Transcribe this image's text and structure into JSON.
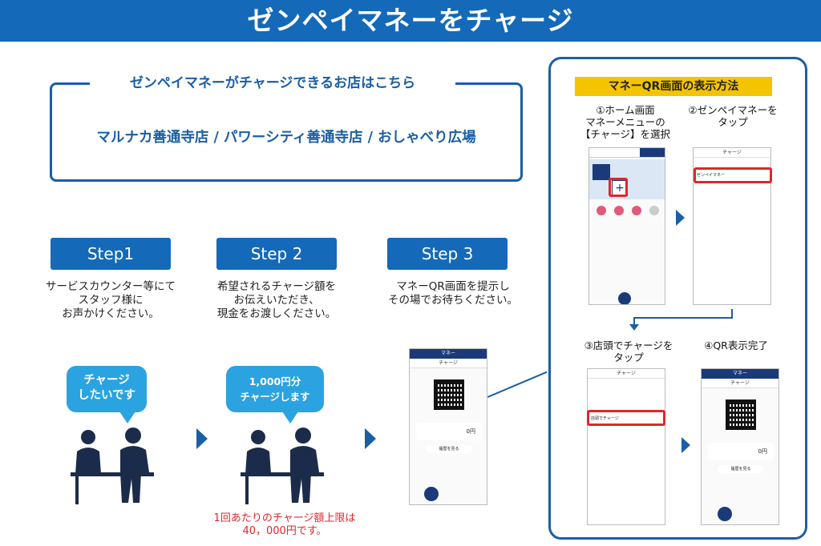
{
  "header": {
    "title": "ゼンペイマネーをチャージ"
  },
  "stores": {
    "title": "ゼンペイマネーがチャージできるお店はこちら",
    "list": "マルナカ善通寺店 / パワーシティ善通寺店 / おしゃべり広場"
  },
  "steps": [
    {
      "label": "Step1",
      "desc_lines": [
        "サービスカウンター等にて",
        "スタッフ様に",
        "お声かけください。"
      ]
    },
    {
      "label": "Step 2",
      "desc_lines": [
        "希望されるチャージ額を",
        "お伝えいただき、",
        "現金をお渡しください。"
      ]
    },
    {
      "label": "Step 3",
      "desc_lines": [
        "マネーQR画面を提示し",
        "その場でお待ちください。"
      ]
    }
  ],
  "bubbles": {
    "b1_lines": [
      "チャージ",
      "したいです"
    ],
    "b2_lines": [
      "1,000円分",
      "チャージします"
    ]
  },
  "limit_note": [
    "1回あたりのチャージ額上限は",
    "40，000円です。"
  ],
  "phone_money": {
    "title": "マネー",
    "subtitle": "チャージ",
    "amount": "0",
    "amount_unit": "円",
    "detail_button": "履歴を見る"
  },
  "howto": {
    "banner": "マネーQR画面の表示方法",
    "s1_lines": [
      "①ホーム画面",
      "マネーメニューの",
      "【チャージ】を選択"
    ],
    "s2_lines": [
      "②ゼンペイマネーを",
      "タップ"
    ],
    "s3_lines": [
      "③店頭でチャージを",
      "タップ"
    ],
    "s4_lines": [
      "④QR表示完了"
    ],
    "phone2_title": "チャージ",
    "phone2_item": "ゼンペイマネー",
    "phone3_title": "チャージ",
    "phone3_item": "店頭でチャージ"
  },
  "colors": {
    "primary": "#1469b9",
    "bubble": "#2aa3e0",
    "banner": "#f5c400",
    "alert": "#e0262a"
  }
}
